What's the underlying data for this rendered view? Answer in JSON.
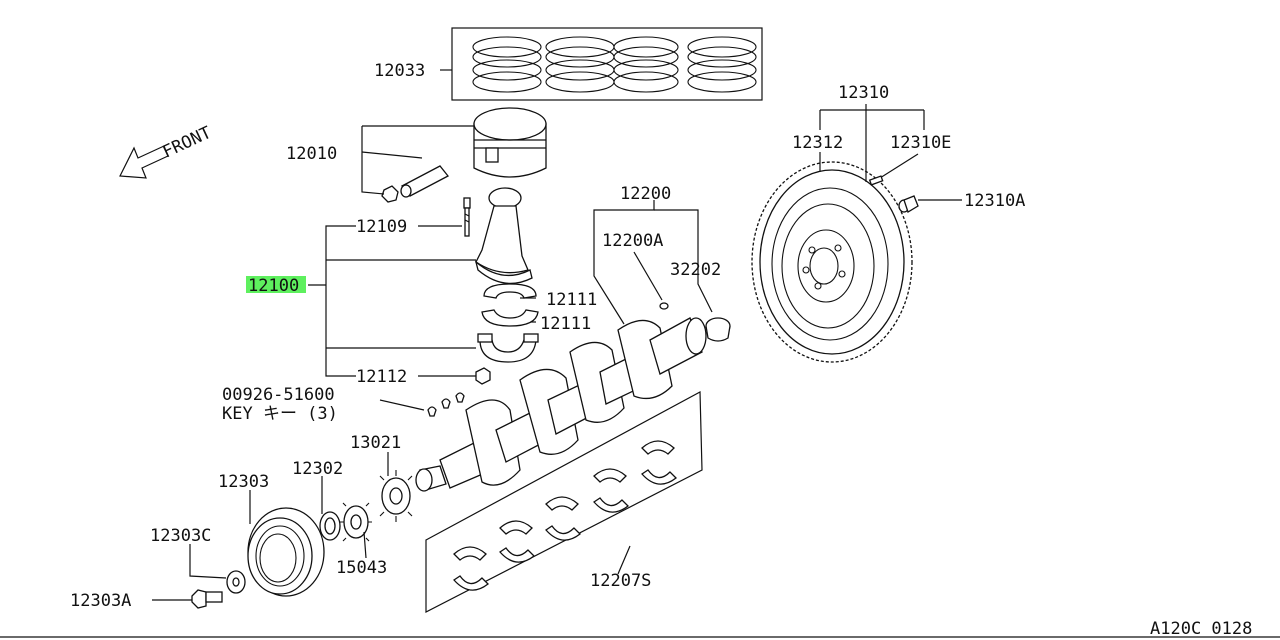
{
  "diagram": {
    "front_label": "FRONT",
    "figure_code": "A120C 0128",
    "highlight_color": "#5ef05e",
    "callouts": {
      "c12033": "12033",
      "c12010": "12010",
      "c12109": "12109",
      "c12100": "12100",
      "c12111a": "12111",
      "c12111b": "12111",
      "c12112": "12112",
      "c00926": "00926-51600",
      "key": "KEY キー (3)",
      "c13021": "13021",
      "c12302": "12302",
      "c12303": "12303",
      "c12303C": "12303C",
      "c12303A": "12303A",
      "c15043": "15043",
      "c12207S": "12207S",
      "c12200": "12200",
      "c12200A": "12200A",
      "c32202": "32202",
      "c12310": "12310",
      "c12312": "12312",
      "c12310E": "12310E",
      "c12310A": "12310A"
    }
  }
}
